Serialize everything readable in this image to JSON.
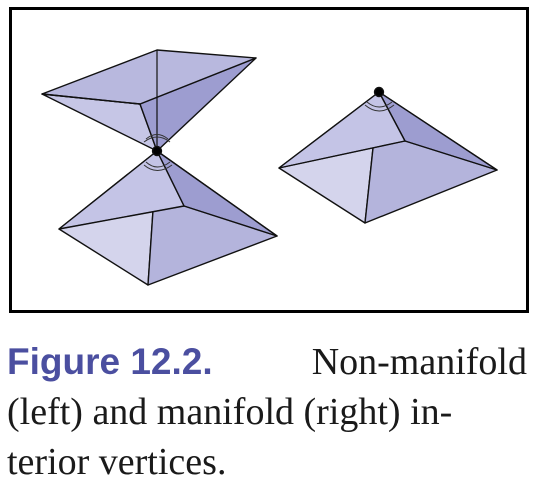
{
  "figure": {
    "label": "Figure 12.2.",
    "caption_line1": "Non-manifold",
    "caption_line2": "(left) and manifold (right) in-",
    "caption_line3": "terior vertices."
  },
  "colors": {
    "label": "#4b4fa0",
    "face_light": "#d4d4ec",
    "face_mid": "#b4b4dc",
    "face_dark": "#9d9dd0",
    "vertex": "#000000"
  }
}
